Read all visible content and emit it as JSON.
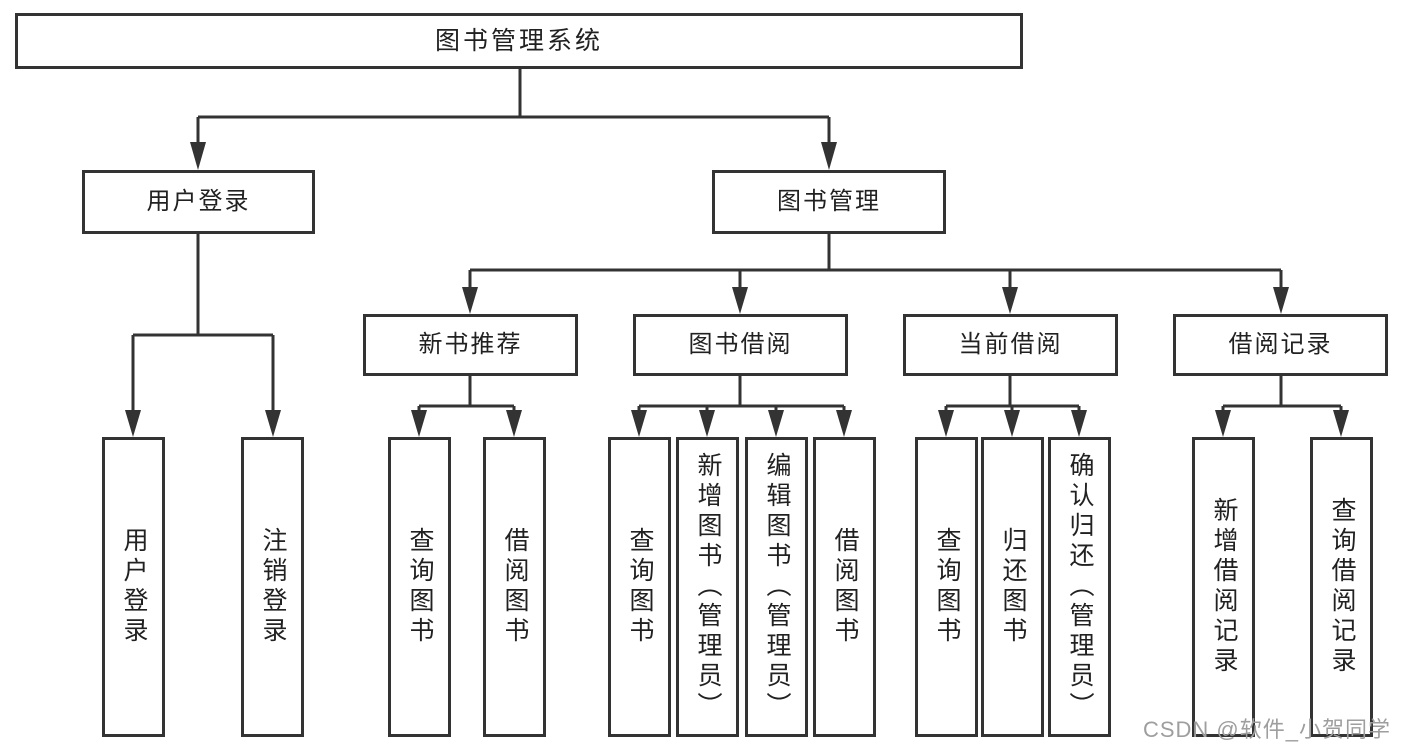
{
  "palette": {
    "line_color": "#333333",
    "box_fill": "#ffffff",
    "text_color": "#212121",
    "watermark_color": "#9e9e9e"
  },
  "watermark": "CSDN @软件_小贺同学",
  "diagram": {
    "type": "tree",
    "root": {
      "label": "图书管理系统",
      "children": [
        {
          "label": "用户登录",
          "children": [
            {
              "label": "用户登录"
            },
            {
              "label": "注销登录"
            }
          ]
        },
        {
          "label": "图书管理",
          "children": [
            {
              "label": "新书推荐",
              "children": [
                {
                  "label": "查询图书"
                },
                {
                  "label": "借阅图书"
                }
              ]
            },
            {
              "label": "图书借阅",
              "children": [
                {
                  "label": "查询图书"
                },
                {
                  "label": "新增图书（管理员）"
                },
                {
                  "label": "编辑图书（管理员）"
                },
                {
                  "label": "借阅图书"
                }
              ]
            },
            {
              "label": "当前借阅",
              "children": [
                {
                  "label": "查询图书"
                },
                {
                  "label": "归还图书"
                },
                {
                  "label": "确认归还（管理员）"
                }
              ]
            },
            {
              "label": "借阅记录",
              "children": [
                {
                  "label": "新增借阅记录"
                },
                {
                  "label": "查询借阅记录"
                }
              ]
            }
          ]
        }
      ]
    }
  }
}
